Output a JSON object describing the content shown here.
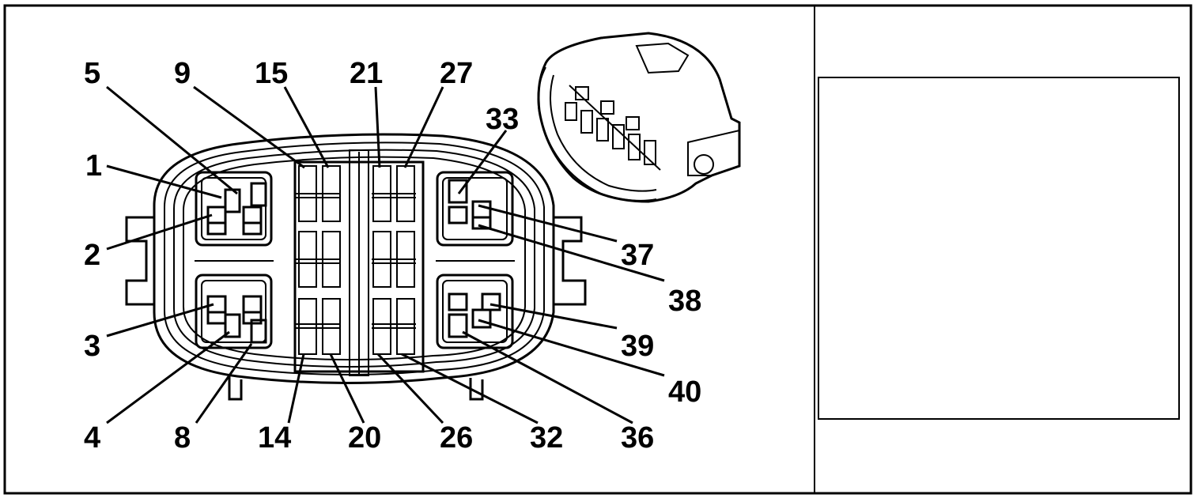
{
  "diagram": {
    "pin_labels": {
      "p5": "5",
      "p9": "9",
      "p15": "15",
      "p21": "21",
      "p27": "27",
      "p33": "33",
      "p1": "1",
      "p2": "2",
      "p37": "37",
      "p38": "38",
      "p3": "3",
      "p39": "39",
      "p40": "40",
      "p4": "4",
      "p8": "8",
      "p14": "14",
      "p20": "20",
      "p26": "26",
      "p32": "32",
      "p36": "36"
    },
    "legend_table": {
      "text": ""
    },
    "colors": {
      "line": "#000000",
      "background": "#ffffff"
    }
  }
}
